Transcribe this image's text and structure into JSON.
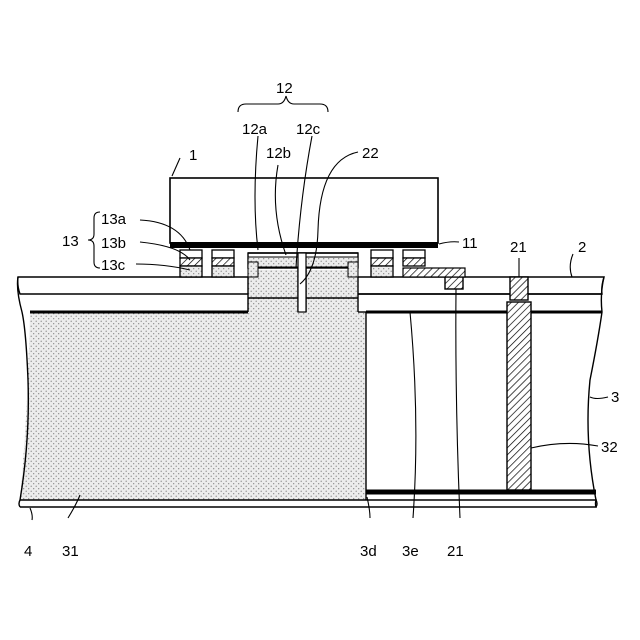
{
  "labels": {
    "chip": "1",
    "chip_layer": "11",
    "group_12": "12",
    "sub_12a": "12a",
    "sub_12b": "12b",
    "sub_12c": "12c",
    "group_13": "13",
    "sub_13a": "13a",
    "sub_13b": "13b",
    "sub_13c": "13c",
    "via_22": "22",
    "via_21_top": "21",
    "via_21_bottom": "21",
    "film_2": "2",
    "layer_3": "3",
    "layer_3d": "3d",
    "layer_3e": "3e",
    "pillar_32": "32",
    "base_4": "4",
    "filled_31": "31"
  },
  "colors": {
    "line": "#000000",
    "background": "#ffffff",
    "dot_fill": "#ececec"
  }
}
